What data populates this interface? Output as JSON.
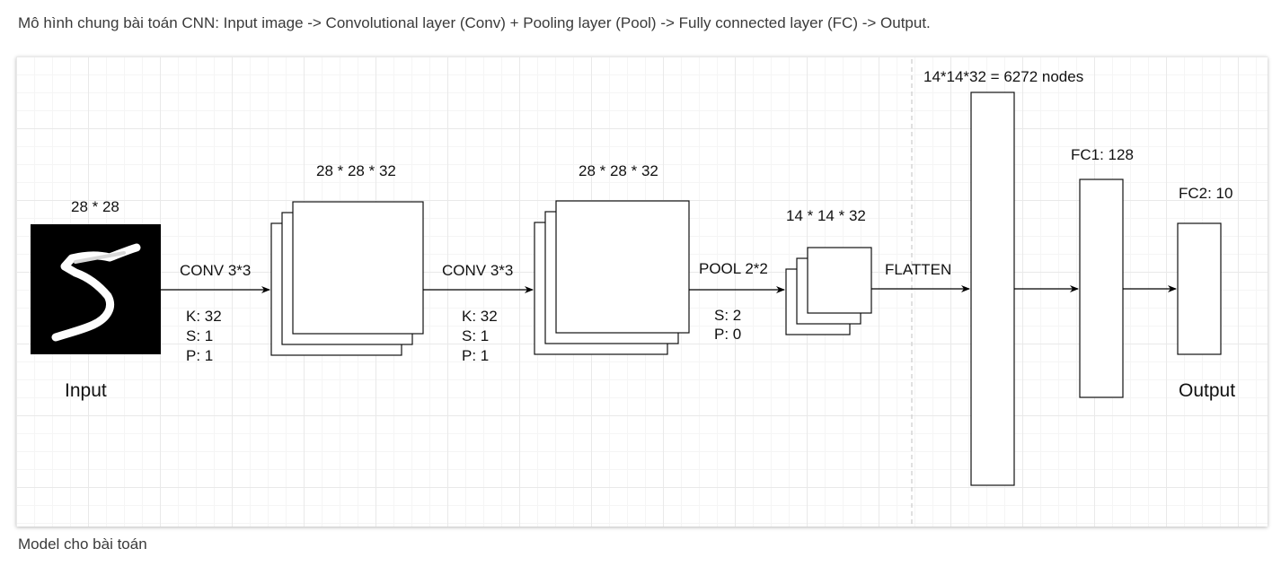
{
  "intro_text": "Mô hình chung bài toán CNN: Input image -> Convolutional layer (Conv) + Pooling layer (Pool) -> Fully connected layer (FC) -> Output.",
  "caption": "Model cho bài toán",
  "diagram": {
    "input": {
      "size_label": "28 * 28",
      "label": "Input",
      "label_color": "#2b8ce0"
    },
    "conv1": {
      "op_label": "CONV 3*3",
      "k": "K: 32",
      "s": "S: 1",
      "p": "P: 1",
      "out_label": "28 * 28 * 32"
    },
    "conv2": {
      "op_label": "CONV 3*3",
      "k": "K: 32",
      "s": "S: 1",
      "p": "P: 1",
      "out_label": "28 * 28 * 32"
    },
    "pool": {
      "op_label": "POOL 2*2",
      "s": "S: 2",
      "p": "P: 0",
      "out_label": "14 * 14 * 32"
    },
    "flatten": {
      "op_label": "FLATTEN",
      "nodes_label": "14*14*32 = 6272 nodes"
    },
    "fc1": {
      "label": "FC1: 128"
    },
    "fc2": {
      "label": "FC2: 10"
    },
    "output": {
      "label": "Output",
      "label_color": "#f04a4a"
    }
  }
}
